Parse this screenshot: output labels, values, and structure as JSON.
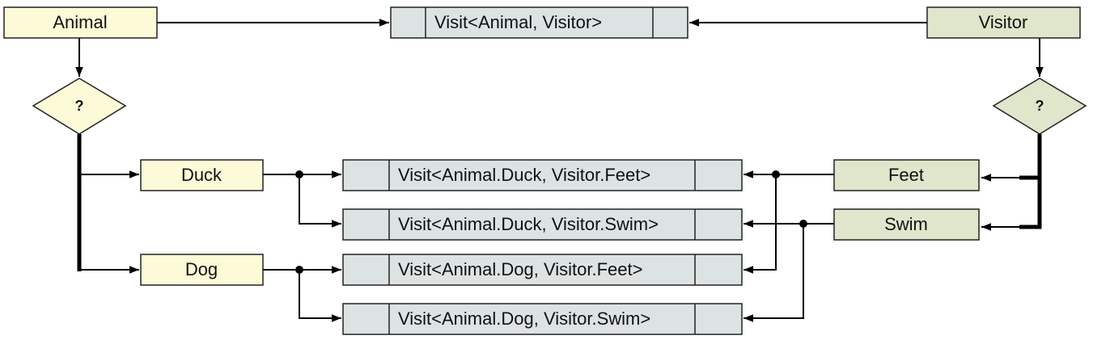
{
  "colors": {
    "animal_fill": "#fdfad8",
    "visitor_fill": "#dfe6cb",
    "visit_fill": "#dde3e3",
    "stroke": "#222222"
  },
  "nodes": {
    "animal": "Animal",
    "visitor": "Visitor",
    "animal_decision": "?",
    "visitor_decision": "?",
    "duck": "Duck",
    "dog": "Dog",
    "feet": "Feet",
    "swim": "Swim"
  },
  "visits": {
    "generic": "Visit<Animal, Visitor>",
    "duck_feet": "Visit<Animal.Duck, Visitor.Feet>",
    "duck_swim": "Visit<Animal.Duck, Visitor.Swim>",
    "dog_feet": "Visit<Animal.Dog, Visitor.Feet>",
    "dog_swim": "Visit<Animal.Dog, Visitor.Swim>"
  }
}
